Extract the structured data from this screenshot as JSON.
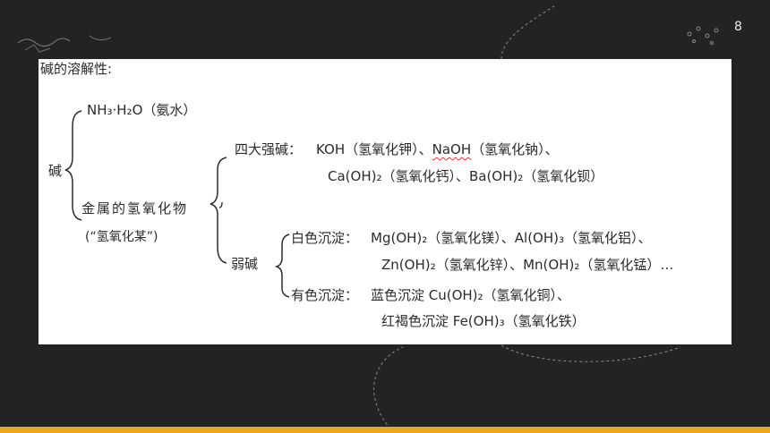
{
  "slide": {
    "number": "8"
  },
  "heading": "碱的溶解性:",
  "root": "碱",
  "nh3": "NH₃·H₂O（氨水）",
  "metal_hydroxide": {
    "label": "金属的氢氧化物",
    "note": "(“氢氧化某”)"
  },
  "strong": {
    "label": "四大强碱：",
    "line1": "KOH（氢氧化钾）、",
    "naoh": "NaOH",
    "line1_end": "（氢氧化钠）、",
    "line2": "Ca(OH)₂（氢氧化钙）、Ba(OH)₂（氢氧化钡）"
  },
  "weak": {
    "label": "弱碱",
    "white_label": "白色沉淀：",
    "white_line1": "Mg(OH)₂（氢氧化镁）、Al(OH)₃（氢氧化铝）、",
    "white_line2": "Zn(OH)₂（氢氧化锌）、Mn(OH)₂（氢氧化锰）…",
    "colored_label": "有色沉淀：",
    "colored_line1": "蓝色沉淀 Cu(OH)₂（氢氧化铜）、",
    "colored_line2": "红褐色沉淀 Fe(OH)₃（氢氧化铁）"
  },
  "colors": {
    "background": "#232323",
    "accent": "#f1a51f",
    "card": "#ffffff",
    "text": "#2b2b2b"
  }
}
